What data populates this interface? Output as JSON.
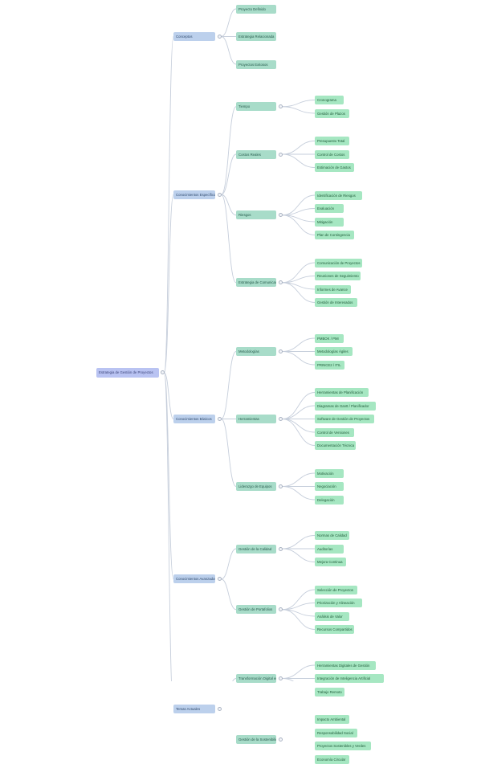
{
  "colors": {
    "root": "#b9c3f2",
    "level1": "#bcd0ec",
    "level2": "#a8dcc9",
    "level3": "#a6e7c2",
    "link": "#c6cedb"
  },
  "mindmap": {
    "root": {
      "label": "Estrategia de Gestión de Proyectos"
    },
    "branches": [
      {
        "label": "Conceptos",
        "children": [
          {
            "label": "Proyecto Definido"
          },
          {
            "label": "Estrategia Relacionada"
          },
          {
            "label": "Proyectos Exitosos"
          }
        ]
      },
      {
        "label": "Conocimientos Específicos",
        "children": [
          {
            "label": "Tiempo",
            "children": [
              {
                "label": "Cronograma"
              },
              {
                "label": "Gestión de Plazos"
              }
            ]
          },
          {
            "label": "Costos Reales",
            "children": [
              {
                "label": "Presupuesto Total"
              },
              {
                "label": "Control de Costos"
              },
              {
                "label": "Estimación de Gastos"
              }
            ]
          },
          {
            "label": "Riesgos",
            "children": [
              {
                "label": "Identificación de Riesgos"
              },
              {
                "label": "Evaluación"
              },
              {
                "label": "Mitigación"
              },
              {
                "label": "Plan de Contingencia"
              }
            ]
          },
          {
            "label": "Estrategia de Comunicación",
            "children": [
              {
                "label": "Comunicación de Proyectos"
              },
              {
                "label": "Reuniones de Seguimiento"
              },
              {
                "label": "Informes de Avance"
              },
              {
                "label": "Gestión de Interesados"
              }
            ]
          }
        ]
      },
      {
        "label": "Conocimientos Básicos",
        "children": [
          {
            "label": "Metodologías",
            "children": [
              {
                "label": "PMBOK / PMI"
              },
              {
                "label": "Metodologías Ágiles"
              },
              {
                "label": "PRINCE2 / ITIL"
              }
            ]
          },
          {
            "label": "Herramientas",
            "children": [
              {
                "label": "Herramientas de Planificación"
              },
              {
                "label": "Diagramas de Gantt / Planificador"
              },
              {
                "label": "Software de Gestión de Proyectos"
              },
              {
                "label": "Control de Versiones"
              },
              {
                "label": "Documentación Técnica"
              }
            ]
          },
          {
            "label": "Liderazgo de Equipos",
            "children": [
              {
                "label": "Motivación"
              },
              {
                "label": "Negociación"
              },
              {
                "label": "Delegación"
              }
            ]
          }
        ]
      },
      {
        "label": "Conocimientos Avanzados",
        "children": [
          {
            "label": "Gestión de la Calidad",
            "children": [
              {
                "label": "Normas de Calidad"
              },
              {
                "label": "Auditorías"
              },
              {
                "label": "Mejora Continua"
              }
            ]
          },
          {
            "label": "Gestión de Portafolios",
            "children": [
              {
                "label": "Selección de Proyectos"
              },
              {
                "label": "Priorización y Alineación"
              },
              {
                "label": "Análisis de Valor"
              },
              {
                "label": "Recursos Compartidos"
              }
            ]
          }
        ]
      },
      {
        "label": "Temas Actuales",
        "children": [
          {
            "label": "Transformación Digital en Proyectos",
            "children": [
              {
                "label": "Herramientas Digitales de Gestión"
              },
              {
                "label": "Integración de Inteligencia Artificial"
              },
              {
                "label": "Trabajo Remoto"
              }
            ]
          },
          {
            "label": "Gestión de la Sostenibilidad",
            "children": [
              {
                "label": "Impacto Ambiental"
              },
              {
                "label": "Responsabilidad Social"
              },
              {
                "label": "Proyectos Sostenibles y Verdes"
              },
              {
                "label": "Economía Circular"
              }
            ]
          }
        ]
      }
    ]
  }
}
